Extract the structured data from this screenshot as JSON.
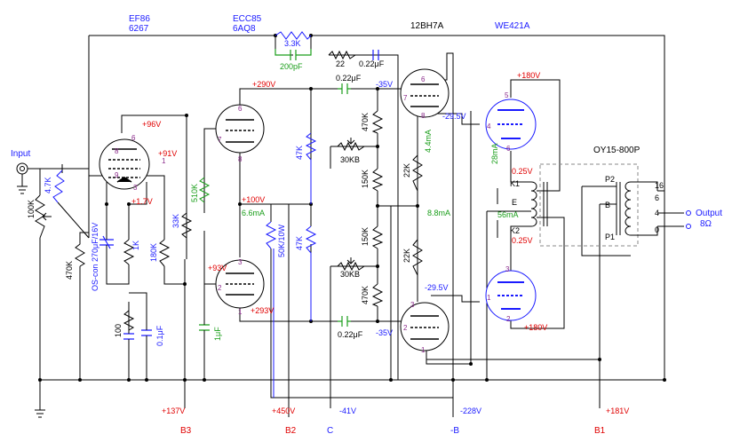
{
  "tubes": {
    "ef86": "EF86",
    "ef86_alt": "6267",
    "ecc85": "ECC85",
    "ecc85_alt": "6AQ8",
    "bh7a": "12BH7A",
    "we421a": "WE421A"
  },
  "transformer": "OY15-800P",
  "input": "Input",
  "output": "Output",
  "output_imp": "8Ω",
  "voltages": {
    "v96": "+96V",
    "v91": "+91V",
    "v17": "+1.7V",
    "v290": "+290V",
    "v100": "+100V",
    "v93": "+93V",
    "v293": "+293V",
    "v35a": "-35V",
    "v35b": "-35V",
    "v295a": "-29.5V",
    "v295b": "-29.5V",
    "v180a": "+180V",
    "v180b": "+180V",
    "v025a": "0.25V",
    "v025b": "0.25V",
    "v137": "+137V",
    "v450": "+450V",
    "v41": "-41V",
    "v228": "-228V",
    "v181": "+181V"
  },
  "currents": {
    "i66": "6.6mA",
    "i44": "4.4mA",
    "i88": "8.8mA",
    "i28": "28mA",
    "i56": "56mA"
  },
  "parts": {
    "r33k": "3.3K",
    "c200p": "200pF",
    "r22": "22",
    "c022a": "0.22μF",
    "c022b": "0.22μF",
    "c022c": "0.22μF",
    "r470k_a": "470K",
    "r470k_b": "470K",
    "r470k_c": "470K",
    "r47k_a": "47K",
    "r47k_b": "47K",
    "r30kb_a": "30KB",
    "r30kb_b": "30KB",
    "r150k_a": "150K",
    "r150k_b": "150K",
    "r22k_a": "22K",
    "r22k_b": "22K",
    "r100k": "100K",
    "r47k_in": "4.7K",
    "r510k": "510K",
    "r33k_b": "33K",
    "r180k": "180K",
    "r1k": "1K",
    "r100": "100",
    "c01": "0.1μF",
    "c1": "1μF",
    "oscon": "OS-con 270μF/16V",
    "r50k": "50K/10W"
  },
  "taps": {
    "p2": "P2",
    "b": "B",
    "p1": "P1",
    "k1": "K1",
    "e": "E",
    "k2": "K2",
    "t16": "16",
    "t6": "6",
    "t4": "4",
    "t0": "0"
  },
  "rails": {
    "b3": "B3",
    "b2": "B2",
    "c": "C",
    "mb": "-B",
    "b1": "B1"
  },
  "pins": {
    "p1": "1",
    "p2": "2",
    "p3": "3",
    "p4": "4",
    "p5": "5",
    "p6": "6",
    "p7": "7",
    "p8": "8",
    "p9": "9"
  }
}
